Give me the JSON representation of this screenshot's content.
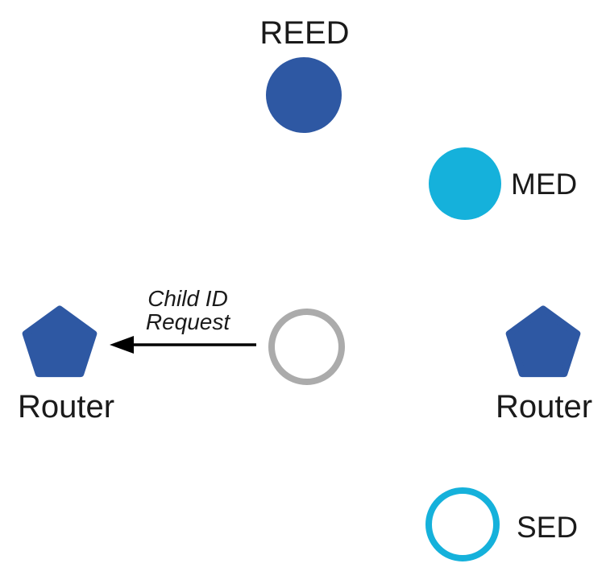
{
  "colors": {
    "node_blue": "#2E58A3",
    "node_cyan": "#15B1DB",
    "joiner_gray": "#ABABAB",
    "arrow_black": "#000000",
    "label_text": "#1A1A1A",
    "background": "#FFFFFF"
  },
  "nodes": {
    "reed": {
      "label": "REED",
      "shape": "circle",
      "style": "filled",
      "color": "#2E58A3"
    },
    "med": {
      "label": "MED",
      "shape": "circle",
      "style": "filled",
      "color": "#15B1DB"
    },
    "joiner": {
      "label": "",
      "shape": "circle",
      "style": "outlined",
      "color": "#ABABAB"
    },
    "router_left": {
      "label": "Router",
      "shape": "pentagon",
      "style": "filled",
      "color": "#2E58A3"
    },
    "router_right": {
      "label": "Router",
      "shape": "pentagon",
      "style": "filled",
      "color": "#2E58A3"
    },
    "sed": {
      "label": "SED",
      "shape": "circle",
      "style": "outlined",
      "color": "#15B1DB"
    }
  },
  "message": {
    "line1": "Child ID",
    "line2": "Request",
    "arrow_direction": "left"
  }
}
